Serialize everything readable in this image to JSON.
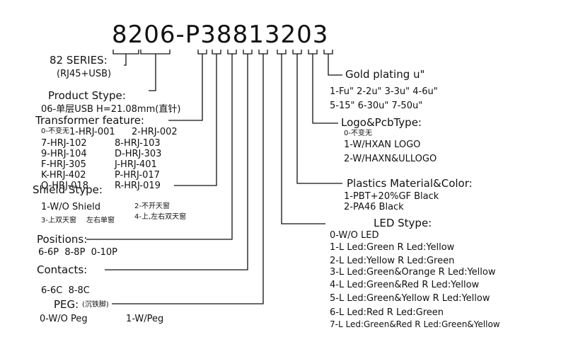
{
  "part_number": "8206-P38813203",
  "colors": {
    "ink": "#111111",
    "background": "#ffffff"
  },
  "series": {
    "label": "82 SERIES:",
    "detail": "(RJ45+USB)"
  },
  "product_stype": {
    "label": "Product Stype:",
    "value": "06-单层USB H=21.08mm(直针)"
  },
  "transformer": {
    "label": "Transformer feature:",
    "options": [
      "0-不变无",
      "1-HRJ-001",
      "2-HRJ-002",
      "7-HRJ-102",
      "8-HRJ-103",
      "9-HRJ-104",
      "D-HRJ-303",
      "F-HRJ-305",
      "J-HRJ-401",
      "K-HRJ-402",
      "P-HRJ-017",
      "Q-HRJ-018",
      "R-HRJ-019"
    ]
  },
  "shield": {
    "label": "Shield Stype:",
    "options": [
      "1-W/O Shield",
      "2-不开天窗",
      "3-上双天窗",
      "左右单窗",
      "4-上,左右双天窗"
    ]
  },
  "positions": {
    "label": "Positions:",
    "options": "6-6P  8-8P  0-10P"
  },
  "contacts": {
    "label": "Contacts:",
    "options": "6-6C  8-8C"
  },
  "peg": {
    "label": "PEG:",
    "note": "(沉铁脚)",
    "options": [
      "0-W/O Peg",
      "1-W/Peg"
    ]
  },
  "gold_plating": {
    "label": "Gold plating u\"",
    "line1": "1-Fu\" 2-2u\" 3-3u\" 4-6u\"",
    "line2": "5-15\" 6-30u\" 7-50u\""
  },
  "logo_pcb": {
    "label": "Logo&PcbType:",
    "options": [
      "0-不变无",
      "1-W/HXAN LOGO",
      "2-W/HAXN&ULLOGO"
    ]
  },
  "plastics": {
    "label": "Plastics Material&Color:",
    "options": [
      "1-PBT+20%GF Black",
      "2-PA46 Black"
    ]
  },
  "led": {
    "label": "LED Stype:",
    "options": [
      "0-W/O LED",
      "1-L Led:Green R Led:Yellow",
      "2-L Led:Yellow R Led:Green",
      "3-L Led:Green&Orange R Led:Yellow",
      "4-L Led:Green&Red R Led:Yellow",
      "5-L Led:Green&Yellow R Led:Yellow",
      "6-L Led:Red R Led:Green",
      "7-L Led:Green&Red R Led:Green&Yellow"
    ]
  }
}
